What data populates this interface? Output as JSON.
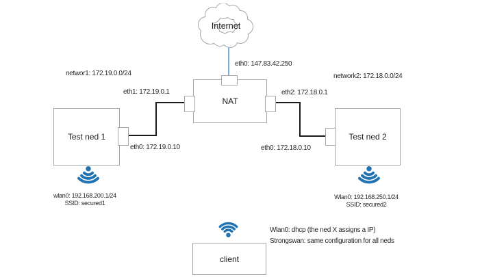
{
  "diagram": {
    "internet": {
      "label": "Internet",
      "wan_label": "eth0: 147.83.42.250"
    },
    "nat": {
      "label": "NAT"
    },
    "network1": {
      "label": "networ1: 172.19.0.0/24",
      "eth1_label": "eth1: 172.19.0.1",
      "ned_eth0_label": "eth0: 172.19.0.10"
    },
    "network2": {
      "label": "network2: 172.18.0.0/24",
      "eth2_label": "eth2: 172.18.0.1",
      "ned_eth0_label": "eth0: 172.18.0.10"
    },
    "test_ned_1": {
      "label": "Test ned 1",
      "wlan_label": "wlan0: 192.168.200.1/24",
      "ssid_label": "SSID: secured1"
    },
    "test_ned_2": {
      "label": "Test ned 2",
      "wlan_label": "Wlan0: 192.168.250.1/24",
      "ssid_label": "SSID: secured2"
    },
    "client": {
      "label": "client",
      "note_line1": "Wlan0: dhcp (the ned X assigns a IP)",
      "note_line2": "Strongswan: same configuration for all neds"
    },
    "icons": {
      "wifi": "wifi-signal-icon",
      "cloud": "internet-cloud-icon"
    },
    "colors": {
      "wifi_blue": "#2074b4",
      "uplink_blue": "#5b9bd5",
      "connector_black": "#1a1a1a",
      "shape_border_gray": "#a6a6a6",
      "text_color": "#262626"
    }
  }
}
